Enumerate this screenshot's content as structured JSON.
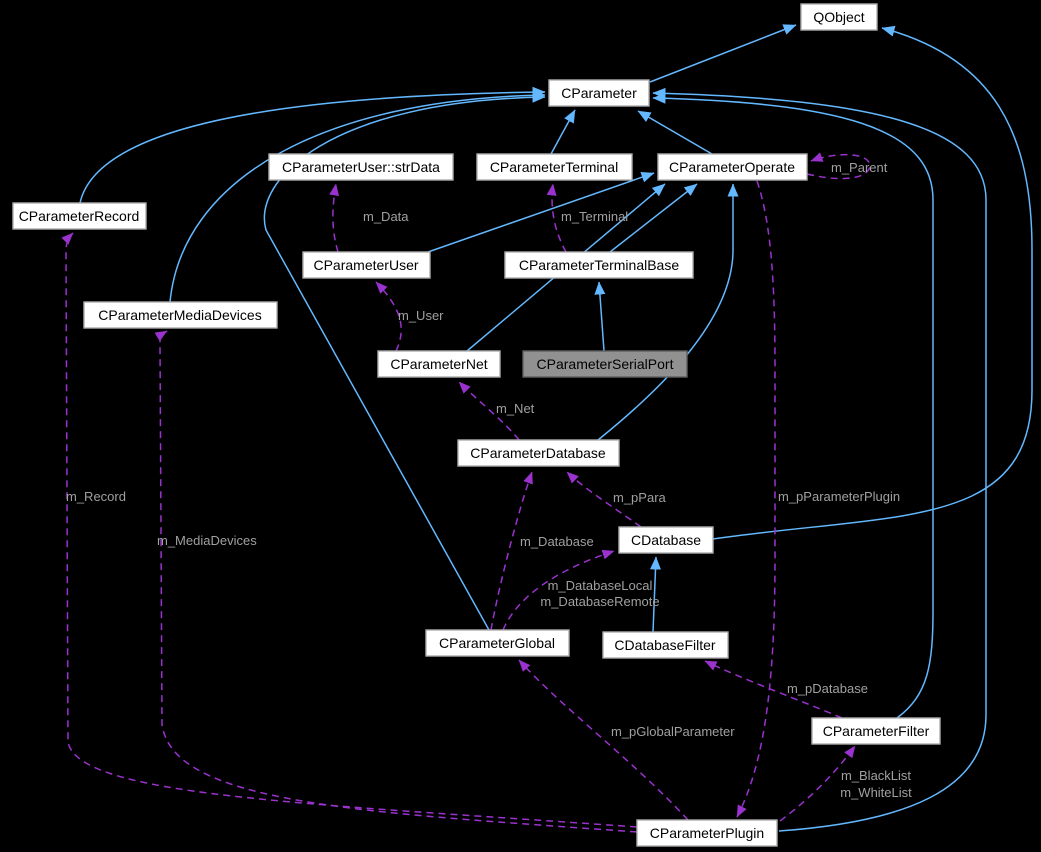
{
  "diagram_type": "class-collaboration-graph",
  "colors": {
    "background": "#000000",
    "inherit_edge": "#63b8ff",
    "member_edge": "#9a32cd",
    "edge_label": "#a0a0a0",
    "node_fill": "#ffffff",
    "node_border": "#adadad",
    "node_text": "#000000",
    "highlight_fill": "#919191",
    "highlight_border": "#5f5f5f"
  },
  "nodes": {
    "qobject": {
      "label": "QObject"
    },
    "cparameter": {
      "label": "CParameter"
    },
    "strdata": {
      "label": "CParameterUser::strData"
    },
    "terminal": {
      "label": "CParameterTerminal"
    },
    "operate": {
      "label": "CParameterOperate"
    },
    "record": {
      "label": "CParameterRecord"
    },
    "user": {
      "label": "CParameterUser"
    },
    "terminalbase": {
      "label": "CParameterTerminalBase"
    },
    "mediadevices": {
      "label": "CParameterMediaDevices"
    },
    "net": {
      "label": "CParameterNet"
    },
    "serialport": {
      "label": "CParameterSerialPort",
      "highlighted": true
    },
    "database": {
      "label": "CParameterDatabase"
    },
    "cdatabase": {
      "label": "CDatabase"
    },
    "global": {
      "label": "CParameterGlobal"
    },
    "dbfilter": {
      "label": "CDatabaseFilter"
    },
    "filter": {
      "label": "CParameterFilter"
    },
    "plugin": {
      "label": "CParameterPlugin"
    }
  },
  "edge_labels": {
    "m_parent": "m_Parent",
    "m_data": "m_Data",
    "m_terminal": "m_Terminal",
    "m_user": "m_User",
    "m_net": "m_Net",
    "m_record": "m_Record",
    "m_mediadevices": "m_MediaDevices",
    "m_ppara": "m_pPara",
    "m_pparameterplugin": "m_pParameterPlugin",
    "m_database": "m_Database",
    "m_databaselocal": "m_DatabaseLocal",
    "m_databaseremote": "m_DatabaseRemote",
    "m_pglobalparameter": "m_pGlobalParameter",
    "m_pdatabase": "m_pDatabase",
    "m_blacklist": "m_BlackList",
    "m_whitelist": "m_WhiteList"
  },
  "edges": {
    "inheritance": [
      {
        "from": "CParameter",
        "to": "QObject"
      },
      {
        "from": "CDatabase",
        "to": "QObject"
      },
      {
        "from": "CParameterOperate",
        "to": "CParameter"
      },
      {
        "from": "CParameterTerminal",
        "to": "CParameter"
      },
      {
        "from": "CParameterRecord",
        "to": "CParameter"
      },
      {
        "from": "CParameterMediaDevices",
        "to": "CParameter"
      },
      {
        "from": "CParameterGlobal",
        "to": "CParameter"
      },
      {
        "from": "CParameterFilter",
        "to": "CParameter"
      },
      {
        "from": "CParameterPlugin",
        "to": "CParameter"
      },
      {
        "from": "CParameterUser",
        "to": "CParameterOperate"
      },
      {
        "from": "CParameterNet",
        "to": "CParameterOperate"
      },
      {
        "from": "CParameterTerminalBase",
        "to": "CParameterOperate"
      },
      {
        "from": "CParameterDatabase",
        "to": "CParameterOperate"
      },
      {
        "from": "CParameterSerialPort",
        "to": "CParameterTerminalBase"
      },
      {
        "from": "CDatabaseFilter",
        "to": "CDatabase"
      }
    ],
    "members": [
      {
        "owner": "CParameterOperate",
        "member": "m_Parent",
        "type": "CParameterOperate"
      },
      {
        "owner": "CParameterUser",
        "member": "m_Data",
        "type": "CParameterUser::strData"
      },
      {
        "owner": "CParameterTerminalBase",
        "member": "m_Terminal",
        "type": "CParameterTerminal"
      },
      {
        "owner": "CParameterNet",
        "member": "m_User",
        "type": "CParameterUser"
      },
      {
        "owner": "CParameterDatabase",
        "member": "m_Net",
        "type": "CParameterNet"
      },
      {
        "owner": "CDatabase",
        "member": "m_pPara",
        "type": "CParameterDatabase"
      },
      {
        "owner": "CParameterOperate",
        "member": "m_pParameterPlugin",
        "type": "CParameterPlugin"
      },
      {
        "owner": "CParameterGlobal",
        "member": "m_Database",
        "type": "CParameterDatabase"
      },
      {
        "owner": "CParameterGlobal",
        "member": "m_DatabaseLocal, m_DatabaseRemote",
        "type": "CDatabase"
      },
      {
        "owner": "CParameterPlugin",
        "member": "m_pGlobalParameter",
        "type": "CParameterGlobal"
      },
      {
        "owner": "CParameterFilter",
        "member": "m_pDatabase",
        "type": "CDatabaseFilter"
      },
      {
        "owner": "CParameterPlugin",
        "member": "m_BlackList, m_WhiteList",
        "type": "CParameterFilter"
      },
      {
        "owner": "CParameterPlugin",
        "member": "m_Record",
        "type": "CParameterRecord"
      },
      {
        "owner": "CParameterPlugin",
        "member": "m_MediaDevices",
        "type": "CParameterMediaDevices"
      }
    ]
  }
}
